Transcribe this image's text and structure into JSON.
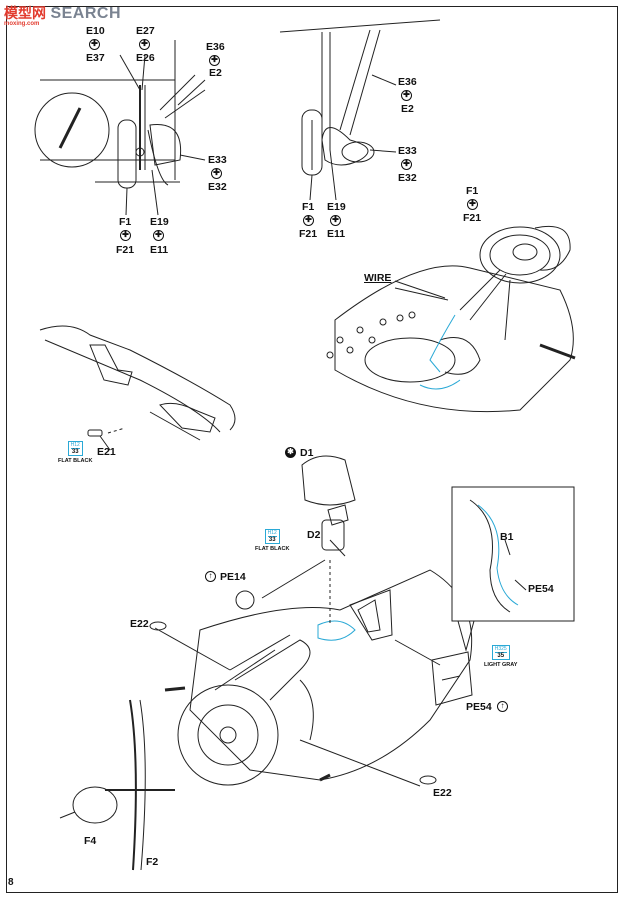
{
  "watermark": {
    "brand": "模型网",
    "search": "SEARCH",
    "url": "moxing.com"
  },
  "page_number": "8",
  "step_a": {
    "callouts": {
      "e10": "E10",
      "e37": "E37",
      "e27": "E27",
      "e26": "E26",
      "e36": "E36",
      "e2": "E2",
      "e33": "E33",
      "e32": "E32",
      "f1": "F1",
      "f21": "F21",
      "e19": "E19",
      "e11": "E11"
    }
  },
  "step_b": {
    "callouts": {
      "e36": "E36",
      "e2": "E2",
      "e33": "E33",
      "e32": "E32",
      "f1": "F1",
      "f21": "F21",
      "e19": "E19",
      "e11": "E11"
    }
  },
  "step_c": {
    "callouts": {
      "f1": "F1",
      "f21": "F21",
      "wire": "WIRE"
    }
  },
  "step_d": {
    "callouts": {
      "e21": "E21"
    },
    "paint": {
      "code": "H12",
      "number": "33",
      "name": "FLAT BLACK"
    }
  },
  "step_e": {
    "callouts": {
      "d1": "D1",
      "d2": "D2",
      "pe14": "PE14",
      "e22_top": "E22",
      "e22_bottom": "E22",
      "f4": "F4",
      "f2": "F2",
      "pe54": "PE54",
      "inset_b1": "B1",
      "inset_pe54": "PE54"
    },
    "paint_black": {
      "code": "H12",
      "number": "33",
      "name": "FLAT BLACK"
    },
    "paint_gray": {
      "code": "H325",
      "number": "35",
      "name": "LIGHT GRAY"
    }
  },
  "colors": {
    "accent_blue": "#2aa9d6",
    "watermark_red": "#e23b2e",
    "line": "#222222"
  },
  "icons": {
    "glue": "glue-symbol-icon",
    "photo_etch": "photo-etch-icon",
    "remove": "remove-symbol-icon"
  }
}
